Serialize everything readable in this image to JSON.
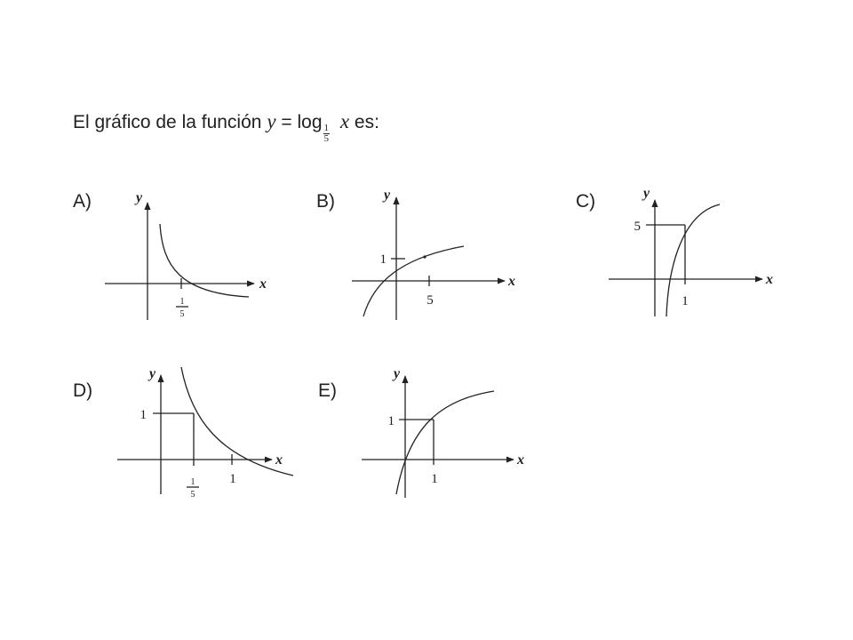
{
  "question": {
    "prefix": "El gráfico de la función",
    "y_var": "y",
    "equals": "=",
    "log": "log",
    "base_num": "1",
    "base_den": "5",
    "x_var": "x",
    "suffix": "es:"
  },
  "options": [
    {
      "letter": "A)",
      "x_axis": "x",
      "y_axis": "y",
      "frac_num": "1",
      "frac_den": "5"
    },
    {
      "letter": "B)",
      "x_axis": "x",
      "y_axis": "y",
      "y_tick": "1",
      "x_tick": "5"
    },
    {
      "letter": "C)",
      "x_axis": "x",
      "y_axis": "y",
      "y_tick": "5",
      "x_tick": "1"
    },
    {
      "letter": "D)",
      "x_axis": "x",
      "y_axis": "y",
      "y_tick": "1",
      "frac_num": "1",
      "frac_den": "5",
      "x_tick": "1"
    },
    {
      "letter": "E)",
      "x_axis": "x",
      "y_axis": "y",
      "y_tick": "1",
      "x_tick": "1"
    }
  ],
  "colors": {
    "ink": "#222222",
    "background": "#ffffff"
  }
}
